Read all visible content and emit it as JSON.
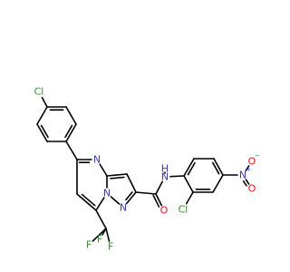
{
  "molecule": {
    "colors": {
      "bond": "#000000",
      "C": "#000000",
      "N": "#3333ff",
      "O": "#ff0d0d",
      "Cl": "#1fa01f",
      "F": "#1fa01f",
      "H": "#3333ff"
    },
    "atoms": [
      {
        "id": "cl1",
        "symbol": "Cl",
        "text": "Cl",
        "color_key": "Cl"
      },
      {
        "id": "c1",
        "symbol": "C"
      },
      {
        "id": "c2",
        "symbol": "C"
      },
      {
        "id": "c3",
        "symbol": "C"
      },
      {
        "id": "c4",
        "symbol": "C"
      },
      {
        "id": "c5",
        "symbol": "C"
      },
      {
        "id": "c6",
        "symbol": "C"
      },
      {
        "id": "c7",
        "symbol": "C"
      },
      {
        "id": "n1",
        "symbol": "N",
        "text": "N",
        "color_key": "N"
      },
      {
        "id": "c8",
        "symbol": "C"
      },
      {
        "id": "c9",
        "symbol": "C"
      },
      {
        "id": "n2",
        "symbol": "N",
        "text": "N",
        "color_key": "N"
      },
      {
        "id": "c10",
        "symbol": "C"
      },
      {
        "id": "c11",
        "symbol": "C"
      },
      {
        "id": "n3",
        "symbol": "N",
        "text": "N",
        "color_key": "N"
      },
      {
        "id": "c12",
        "symbol": "C"
      },
      {
        "id": "c13",
        "symbol": "C"
      },
      {
        "id": "f1",
        "symbol": "F",
        "text": "F",
        "color_key": "F"
      },
      {
        "id": "f2",
        "symbol": "F",
        "text": "F",
        "color_key": "F"
      },
      {
        "id": "f3",
        "symbol": "F",
        "text": "F",
        "color_key": "F"
      },
      {
        "id": "c14",
        "symbol": "C"
      },
      {
        "id": "o1",
        "symbol": "O",
        "text": "O",
        "color_key": "O"
      },
      {
        "id": "nh",
        "symbol": "N",
        "text": "N",
        "color_key": "N"
      },
      {
        "id": "h1",
        "symbol": "H",
        "text": "H",
        "color_key": "H"
      },
      {
        "id": "c15",
        "symbol": "C"
      },
      {
        "id": "c16",
        "symbol": "C"
      },
      {
        "id": "c17",
        "symbol": "C"
      },
      {
        "id": "c18",
        "symbol": "C"
      },
      {
        "id": "c19",
        "symbol": "C"
      },
      {
        "id": "c20",
        "symbol": "C"
      },
      {
        "id": "cl2",
        "symbol": "Cl",
        "text": "Cl",
        "color_key": "Cl"
      },
      {
        "id": "n4",
        "symbol": "N",
        "text": "N",
        "color_key": "N",
        "charge": "+"
      },
      {
        "id": "o2",
        "symbol": "O",
        "text": "O",
        "color_key": "O",
        "charge": "−"
      },
      {
        "id": "o3",
        "symbol": "O",
        "text": "O",
        "color_key": "O"
      }
    ],
    "bonds": [
      {
        "a": "cl1",
        "b": "c1",
        "order": 1
      },
      {
        "a": "c1",
        "b": "c2",
        "order": 2
      },
      {
        "a": "c2",
        "b": "c3",
        "order": 1
      },
      {
        "a": "c3",
        "b": "c4",
        "order": 2
      },
      {
        "a": "c4",
        "b": "c5",
        "order": 1
      },
      {
        "a": "c5",
        "b": "c6",
        "order": 2
      },
      {
        "a": "c6",
        "b": "c1",
        "order": 1
      },
      {
        "a": "c4",
        "b": "c7",
        "order": 1
      },
      {
        "a": "c7",
        "b": "n1",
        "order": 2
      },
      {
        "a": "n1",
        "b": "c8",
        "order": 1
      },
      {
        "a": "c8",
        "b": "c9",
        "order": 2
      },
      {
        "a": "c9",
        "b": "c10",
        "order": 1
      },
      {
        "a": "c10",
        "b": "n3",
        "order": 2
      },
      {
        "a": "n3",
        "b": "n2",
        "order": 1
      },
      {
        "a": "n2",
        "b": "c8",
        "order": 1
      },
      {
        "a": "n2",
        "b": "c12",
        "order": 1
      },
      {
        "a": "c12",
        "b": "c11",
        "order": 2
      },
      {
        "a": "c11",
        "b": "c7",
        "order": 1
      },
      {
        "a": "c12",
        "b": "c13",
        "order": 1
      },
      {
        "a": "c13",
        "b": "f1",
        "order": 1
      },
      {
        "a": "c13",
        "b": "f2",
        "order": 1
      },
      {
        "a": "c13",
        "b": "f3",
        "order": 1
      },
      {
        "a": "c10",
        "b": "c14",
        "order": 1
      },
      {
        "a": "c14",
        "b": "o1",
        "order": 2
      },
      {
        "a": "c14",
        "b": "nh",
        "order": 1
      },
      {
        "a": "nh",
        "b": "h1",
        "order": 1
      },
      {
        "a": "nh",
        "b": "c15",
        "order": 1
      },
      {
        "a": "c15",
        "b": "c16",
        "order": 2
      },
      {
        "a": "c16",
        "b": "c17",
        "order": 1
      },
      {
        "a": "c17",
        "b": "c18",
        "order": 2
      },
      {
        "a": "c18",
        "b": "c19",
        "order": 1
      },
      {
        "a": "c19",
        "b": "c20",
        "order": 2
      },
      {
        "a": "c20",
        "b": "c15",
        "order": 1
      },
      {
        "a": "c20",
        "b": "cl2",
        "order": 1
      },
      {
        "a": "c18",
        "b": "n4",
        "order": 1
      },
      {
        "a": "n4",
        "b": "o2",
        "order": 1
      },
      {
        "a": "n4",
        "b": "o3",
        "order": 2
      }
    ]
  }
}
